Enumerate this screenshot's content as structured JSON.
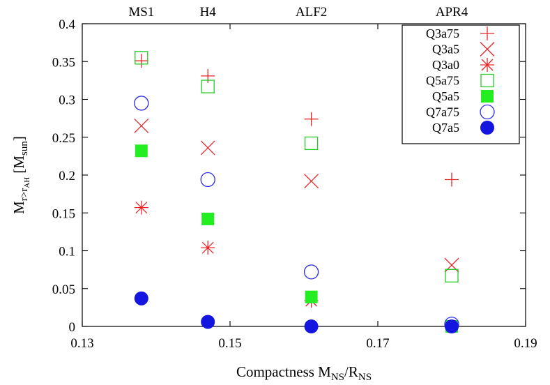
{
  "chart_data": {
    "type": "scatter",
    "xlabel": {
      "main": "Compactness M",
      "sub1": "NS",
      "mid": "/R",
      "sub2": "NS"
    },
    "ylabel": {
      "main": "M",
      "sub": "r>r",
      "subsub": "AH",
      "unit_open": " [M",
      "unit_sub": "sun",
      "unit_close": "]"
    },
    "xlim": [
      0.13,
      0.19
    ],
    "ylim": [
      0,
      0.4
    ],
    "x_ticks": [
      {
        "value": 0.13,
        "label": "0.13"
      },
      {
        "value": 0.15,
        "label": "0.15"
      },
      {
        "value": 0.17,
        "label": "0.17"
      },
      {
        "value": 0.19,
        "label": "0.19"
      }
    ],
    "y_ticks": [
      {
        "value": 0,
        "label": "0"
      },
      {
        "value": 0.05,
        "label": "0.05"
      },
      {
        "value": 0.1,
        "label": "0.1"
      },
      {
        "value": 0.15,
        "label": "0.15"
      },
      {
        "value": 0.2,
        "label": "0.2"
      },
      {
        "value": 0.25,
        "label": "0.25"
      },
      {
        "value": 0.3,
        "label": "0.3"
      },
      {
        "value": 0.35,
        "label": "0.35"
      },
      {
        "value": 0.4,
        "label": "0.4"
      }
    ],
    "top_labels": [
      {
        "value": 0.138,
        "label": "MS1"
      },
      {
        "value": 0.147,
        "label": "H4"
      },
      {
        "value": 0.161,
        "label": "ALF2"
      },
      {
        "value": 0.18,
        "label": "APR4"
      }
    ],
    "grid": false,
    "legend_position": "top-right",
    "series": [
      {
        "name": "Q3a75",
        "marker": "plus",
        "color": "#e8262a",
        "x": [
          0.138,
          0.147,
          0.161,
          0.18
        ],
        "y": [
          0.351,
          0.331,
          0.274,
          0.194
        ]
      },
      {
        "name": "Q3a5",
        "marker": "cross",
        "color": "#e8262a",
        "x": [
          0.138,
          0.147,
          0.161,
          0.18
        ],
        "y": [
          0.265,
          0.236,
          0.192,
          0.081
        ]
      },
      {
        "name": "Q3a0",
        "marker": "star",
        "color": "#e8262a",
        "x": [
          0.138,
          0.147,
          0.161,
          0.18
        ],
        "y": [
          0.157,
          0.104,
          0.034,
          0.0
        ]
      },
      {
        "name": "Q5a75",
        "marker": "square-open",
        "color": "#22cc22",
        "x": [
          0.138,
          0.147,
          0.161,
          0.18
        ],
        "y": [
          0.355,
          0.317,
          0.242,
          0.067
        ]
      },
      {
        "name": "Q5a5",
        "marker": "square-filled",
        "color": "#22ee22",
        "x": [
          0.138,
          0.147,
          0.161,
          0.18
        ],
        "y": [
          0.232,
          0.142,
          0.039,
          0.0
        ]
      },
      {
        "name": "Q7a75",
        "marker": "circle-open",
        "color": "#2a2ae6",
        "x": [
          0.138,
          0.147,
          0.161,
          0.18
        ],
        "y": [
          0.295,
          0.194,
          0.072,
          0.003
        ]
      },
      {
        "name": "Q7a5",
        "marker": "circle-filled",
        "color": "#1515e0",
        "x": [
          0.138,
          0.147,
          0.161,
          0.18
        ],
        "y": [
          0.037,
          0.006,
          0.0,
          0.0
        ]
      }
    ]
  }
}
